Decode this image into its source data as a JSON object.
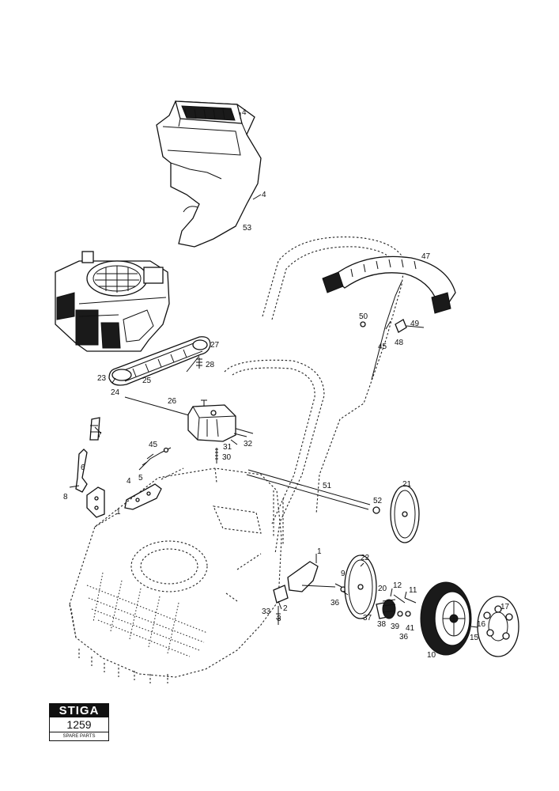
{
  "brand": {
    "name": "STIGA",
    "model_number": "1259",
    "caption": "SPARE PARTS"
  },
  "part_labels": [
    "4",
    "4",
    "53",
    "47",
    "50",
    "49",
    "48",
    "45",
    "27",
    "28",
    "23",
    "25",
    "24",
    "26",
    "7",
    "45",
    "31",
    "32",
    "30",
    "6",
    "4",
    "5",
    "8",
    "1",
    "51",
    "21",
    "52",
    "1",
    "9",
    "22",
    "36",
    "12",
    "11",
    "20",
    "33",
    "2",
    "3",
    "37",
    "38",
    "39",
    "41",
    "36",
    "10",
    "16",
    "15",
    "17"
  ]
}
